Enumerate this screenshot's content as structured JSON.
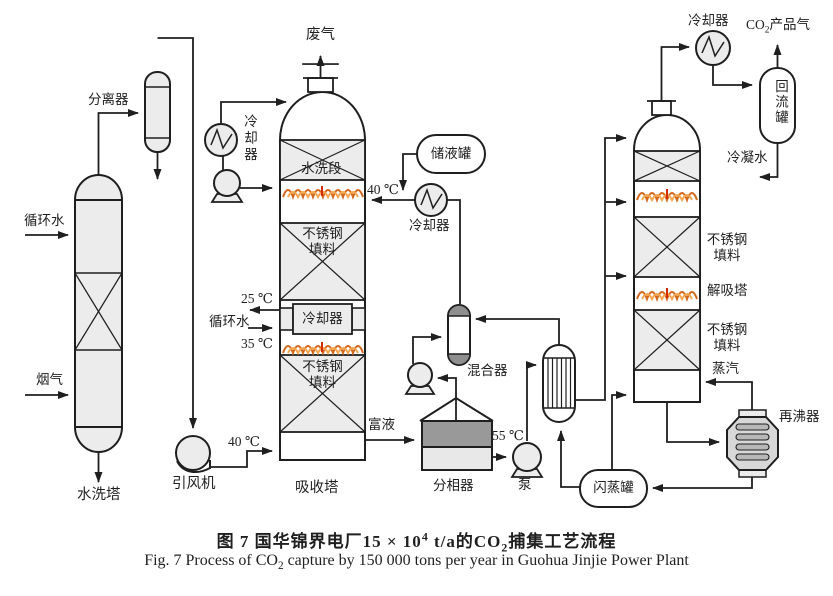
{
  "figure": {
    "caption_zh_p1": "图 7  国华锦界电厂15 × 10",
    "caption_zh_sup": "4",
    "caption_zh_p2": " t/a的CO",
    "caption_zh_sub": "2",
    "caption_zh_p3": "捕集工艺流程",
    "caption_en_p1": "Fig. 7  Process of CO",
    "caption_en_sub": "2",
    "caption_en_p2": " capture by 150 000 tons per year in Guohua Jinjie Power Plant"
  },
  "streams": {
    "circulating_water": "循环水",
    "flue_gas": "烟气",
    "waste_gas": "废气",
    "rich_liquid": "富液",
    "steam": "蒸汽",
    "condensate": "冷凝水",
    "co2_product_p1": "CO",
    "co2_product_sub": "2",
    "co2_product_p2": "产品气"
  },
  "temperatures": {
    "t25": "25 ℃",
    "t35": "35 ℃",
    "t40": "40 ℃",
    "t55": "55 ℃"
  },
  "equipment": {
    "separator": "分离器",
    "wash_tower": "水洗塔",
    "fan": "引风机",
    "absorber": "吸收塔",
    "stripper": "解吸塔",
    "cooler": "冷却器",
    "storage_tank": "储液罐",
    "mixer": "混合器",
    "phase_separator": "分相器",
    "pump": "泵",
    "flash_tank": "闪蒸罐",
    "reboiler": "再沸器",
    "reflux_drum": "回流罐",
    "wash_section": "水洗段",
    "packing_line1": "不锈钢",
    "packing_line2": "填料"
  },
  "colors": {
    "line": "#1f1f1f",
    "vessel_fill": "#ececec",
    "dark_fill": "#8f8f8f",
    "reboiler_fill": "#d8d8d8",
    "distributor_orange": "#d2691e",
    "distributor_light": "#f5a64f",
    "distributor_red": "#d42a00"
  }
}
